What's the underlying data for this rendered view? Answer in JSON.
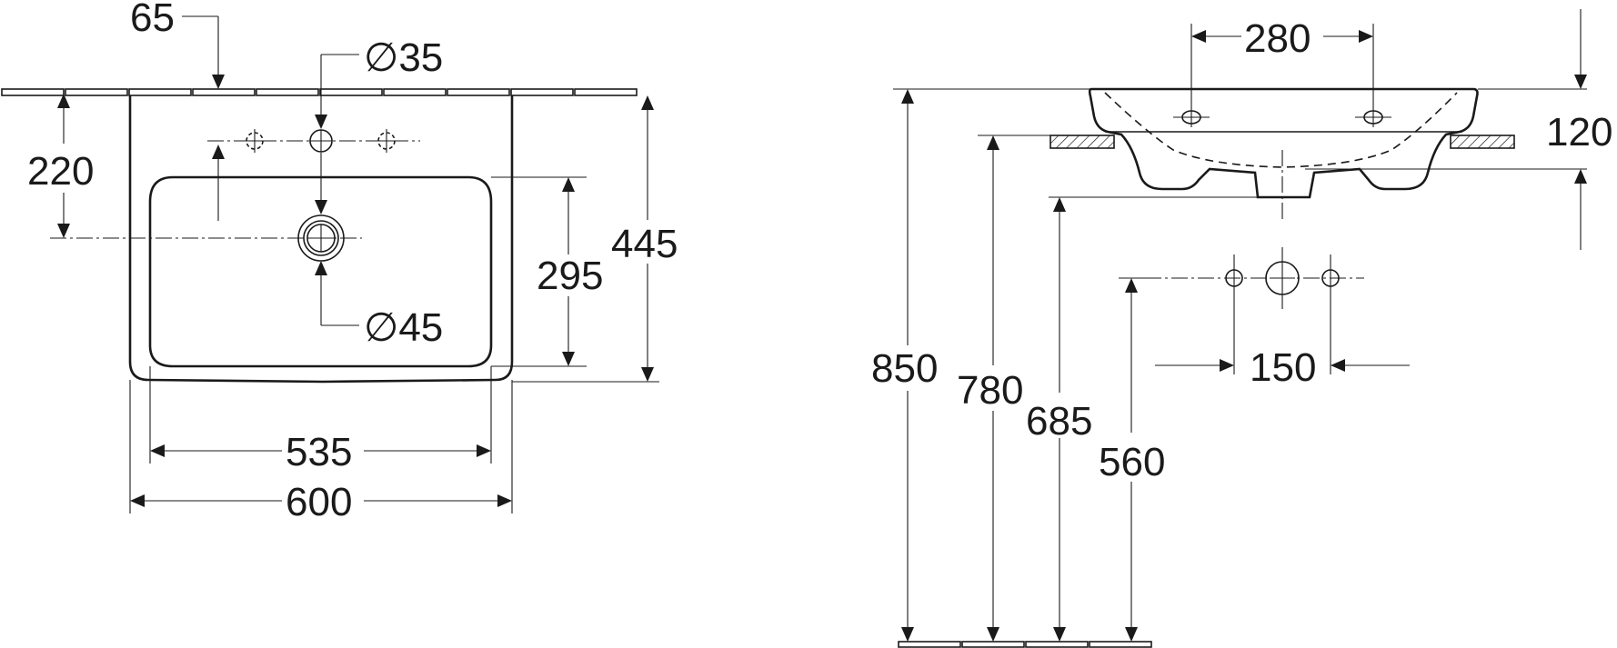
{
  "top_view": {
    "dim_tap_offset": "65",
    "dim_tap_hole": "∅35",
    "dim_tap_depth": "220",
    "dim_waste_hole": "∅45",
    "dim_bowl_depth": "295",
    "dim_total_depth": "445",
    "dim_bowl_width": "535",
    "dim_total_width": "600"
  },
  "side_view": {
    "dim_fixing_holes": "280",
    "dim_basin_height": "120",
    "dim_rim_height": "850",
    "dim_bracket_height": "780",
    "dim_waste_height": "685",
    "dim_supply_height": "560",
    "dim_supply_spacing": "150"
  }
}
